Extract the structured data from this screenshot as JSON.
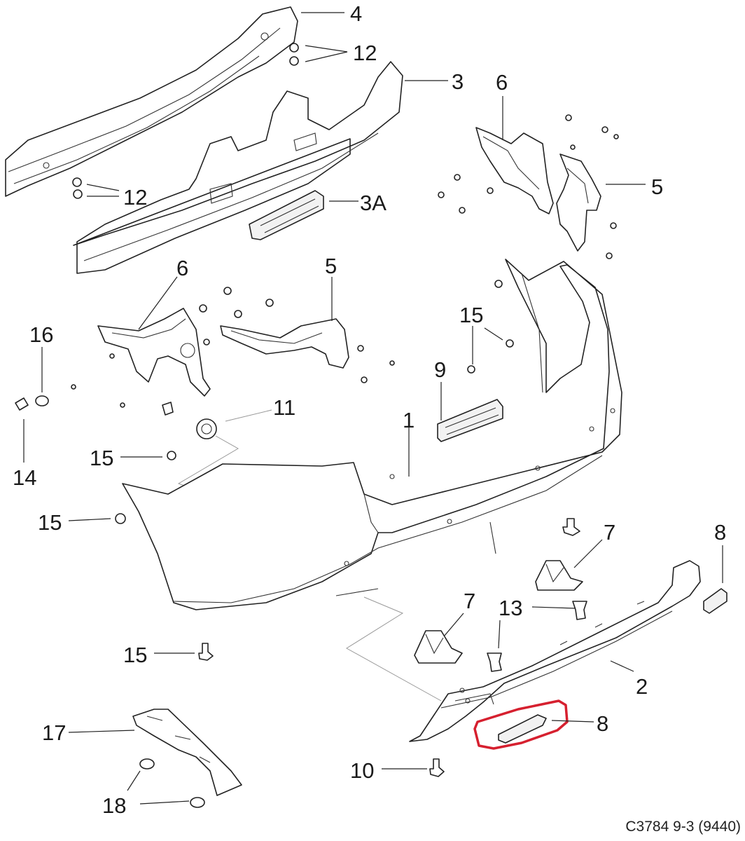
{
  "callouts": {
    "c4": "4",
    "c12a": "12",
    "c3": "3",
    "c12b": "12",
    "c3a": "3A",
    "c6a": "6",
    "c5a": "5",
    "c6b": "6",
    "c5b": "5",
    "c16": "16",
    "c15a": "15",
    "c9": "9",
    "c11": "11",
    "c1": "1",
    "c14": "14",
    "c15b": "15",
    "c15c": "15",
    "c7a": "7",
    "c8a": "8",
    "c13": "13",
    "c7b": "7",
    "c15d": "15",
    "c2": "2",
    "c17": "17",
    "c8b": "8",
    "c10": "10",
    "c18": "18"
  },
  "caption": "C3784 9-3 (9440)",
  "colors": {
    "line": "#222222",
    "highlight": "#d6202f"
  }
}
